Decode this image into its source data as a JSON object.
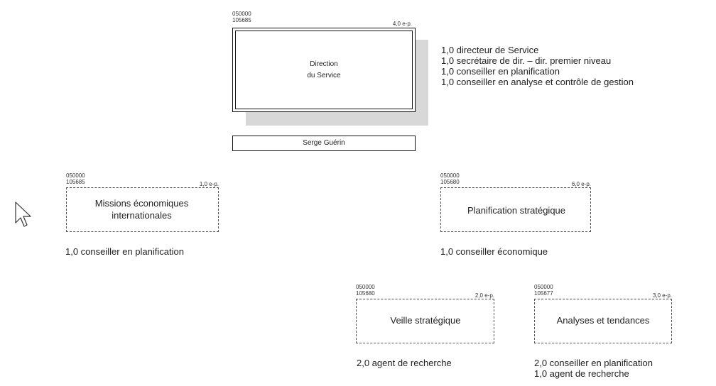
{
  "direction": {
    "code_lines": [
      "050000",
      "105685"
    ],
    "fte": "4,0 e-p.",
    "title_line1": "Direction",
    "title_line2": "du Service",
    "head_name": "Serge Guérin",
    "roles": [
      "1,0  directeur de Service",
      "1,0  secrétaire de dir. – dir. premier niveau",
      "1,0  conseiller en planification",
      "1,0  conseiller en analyse et contrôle de gestion"
    ]
  },
  "units": [
    {
      "id": "missions",
      "code_lines": [
        "050000",
        "105685"
      ],
      "fte": "1,0 e-p.",
      "label_line1": "Missions économiques",
      "label_line2": "internationales",
      "roles": [
        "1,0  conseiller en planification"
      ]
    },
    {
      "id": "planification",
      "code_lines": [
        "050000",
        "105680"
      ],
      "fte": "6,0 e-p.",
      "label_line1": "Planification stratégique",
      "roles": [
        "1,0  conseiller économique"
      ]
    },
    {
      "id": "veille",
      "code_lines": [
        "050000",
        "105680"
      ],
      "fte": "2,0 e-p.",
      "label_line1": "Veille stratégique",
      "roles": [
        "2,0  agent de recherche"
      ]
    },
    {
      "id": "analyses",
      "code_lines": [
        "050000",
        "105677"
      ],
      "fte": "3,0 e-p.",
      "label_line1": "Analyses et tendances",
      "roles": [
        "2,0  conseiller en planification",
        "1,0  agent de recherche"
      ]
    }
  ],
  "icons": {
    "cursor": "mouse-pointer-icon"
  }
}
